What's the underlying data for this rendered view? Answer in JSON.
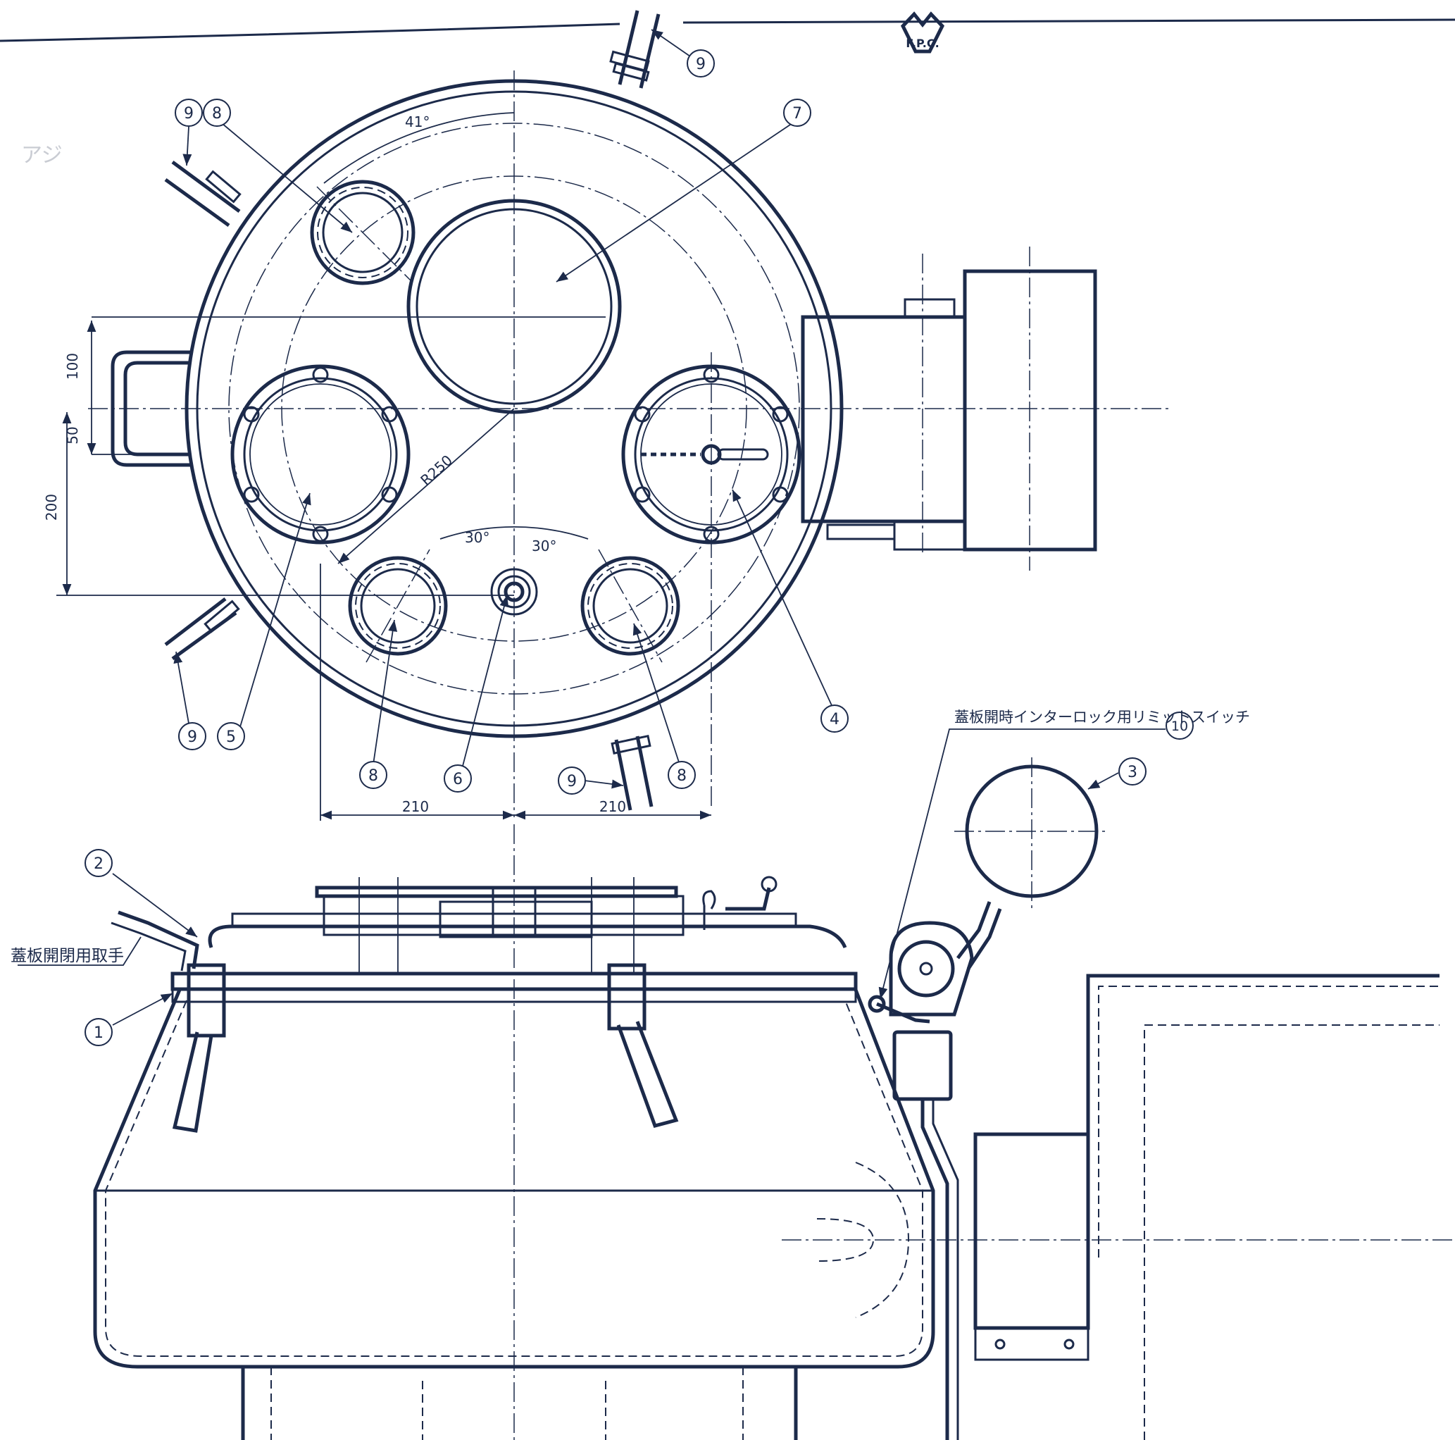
{
  "logo": {
    "text": "F.P.C."
  },
  "dimensions": {
    "angle_top": "41°",
    "angle_left": "30°",
    "angle_right": "30°",
    "radius": "R250",
    "vert_100": "100",
    "vert_50": "50",
    "vert_200": "200",
    "horiz_left": "210",
    "horiz_right": "210"
  },
  "balloons": {
    "b1": "1",
    "b2": "2",
    "b3": "3",
    "b4": "4",
    "b5": "5",
    "b6": "6",
    "b7": "7",
    "b8a": "8",
    "b8b": "8",
    "b8c": "8",
    "b9a": "9",
    "b9b": "9",
    "b9c": "9",
    "b9d": "9",
    "b10": "10"
  },
  "notes": {
    "lid_handle": "蓋板開閉用取手",
    "limit_switch": "蓋板開時インターロック用リミットスイッチ"
  },
  "faded_margin_text": "アジ"
}
